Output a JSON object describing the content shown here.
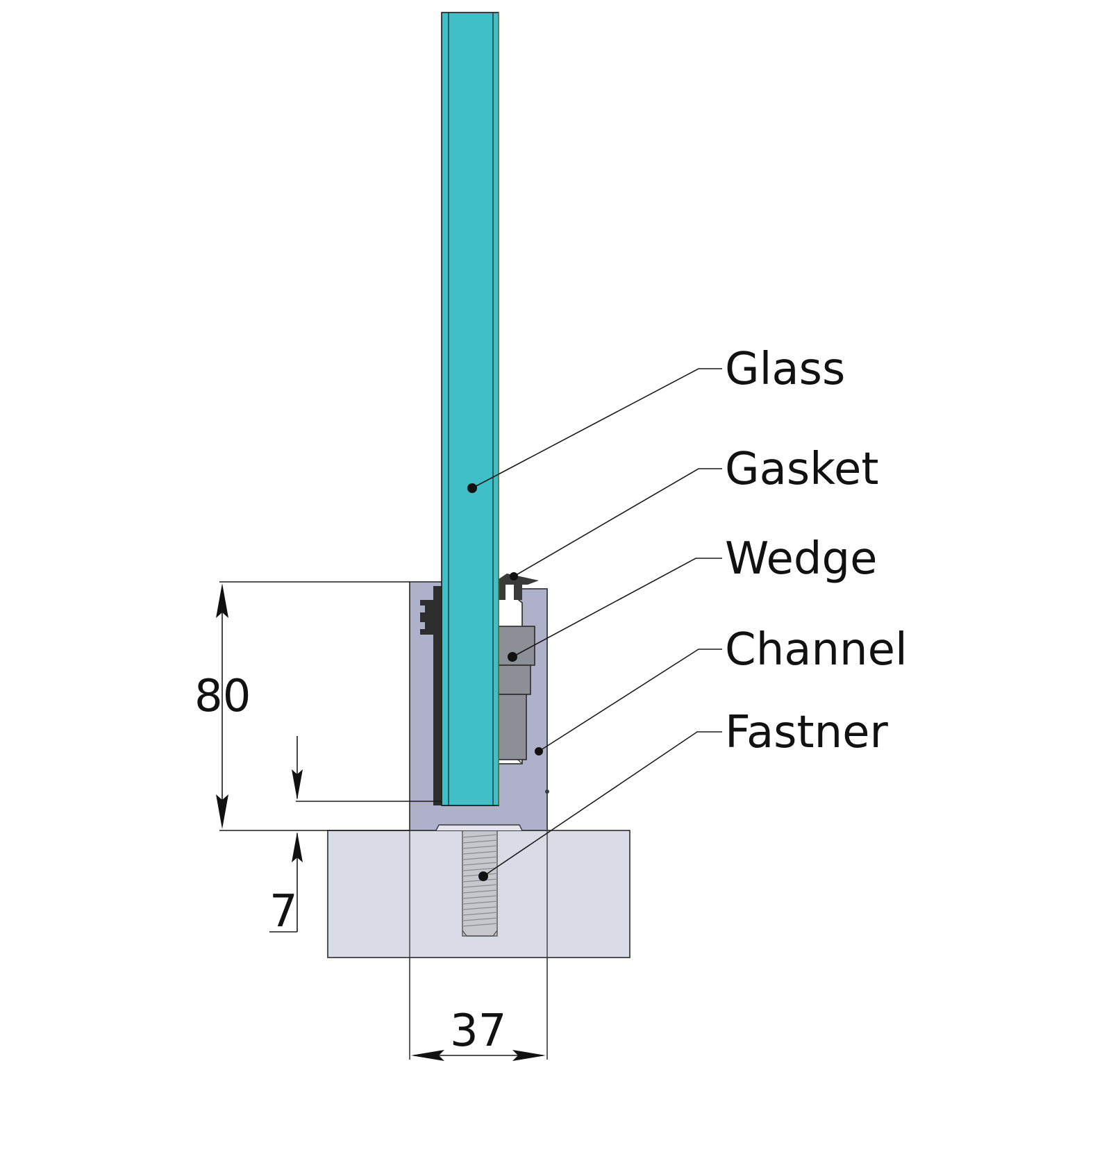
{
  "labels": {
    "glass": "Glass",
    "gasket": "Gasket",
    "wedge": "Wedge",
    "channel": "Channel",
    "fastner": "Fastner"
  },
  "dimensions": {
    "channel_height": "80",
    "base_gap": "7",
    "channel_width": "37"
  },
  "colors": {
    "glass": "#3fbfc7",
    "channel": "#aeb1c9",
    "base": "#d9dbe6",
    "wedge": "#8c8f96",
    "gasket": "#3a3a3a",
    "fastener": "#c7c8ce"
  }
}
